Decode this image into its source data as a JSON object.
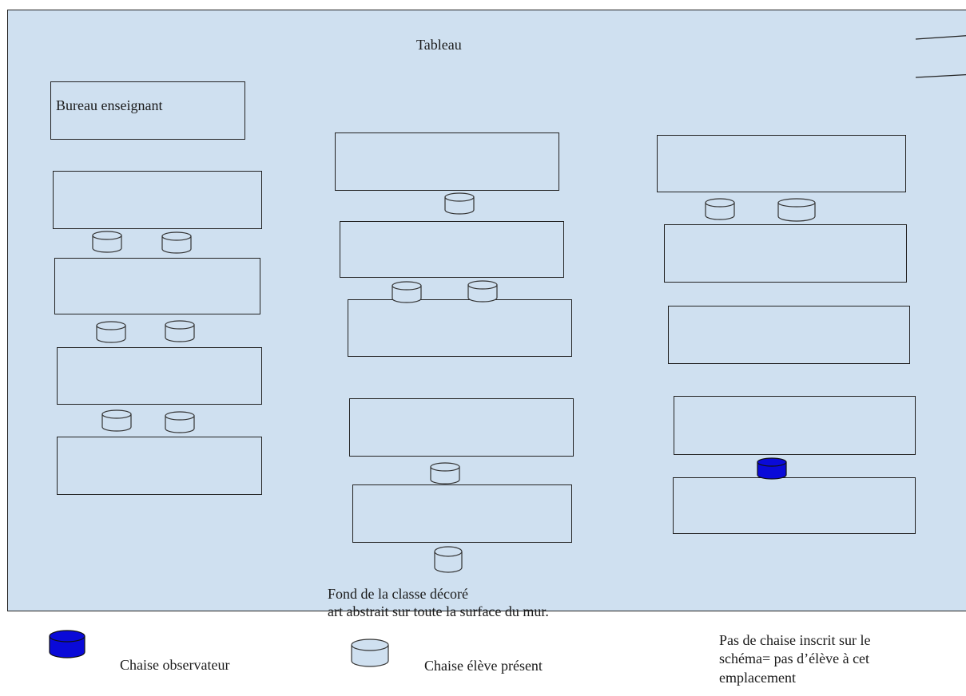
{
  "room": {
    "board_label": "Tableau",
    "teacher_desk_label": "Bureau enseignant",
    "back_wall_note_line1": "Fond de la classe décoré",
    "back_wall_note_line2": "art abstrait sur toute la surface du mur."
  },
  "legend": {
    "observer_chair_label": "Chaise observateur",
    "student_chair_label": "Chaise élève présent",
    "note_line1": "Pas de chaise inscrit sur le",
    "note_line2": "schéma= pas d’élève à cet",
    "note_line3": "emplacement"
  },
  "colors": {
    "room_fill": "#cfe0f0",
    "student_chair_fill": "#cfe0f0",
    "observer_chair_fill": "#0a0ad8",
    "outline": "#222222"
  }
}
